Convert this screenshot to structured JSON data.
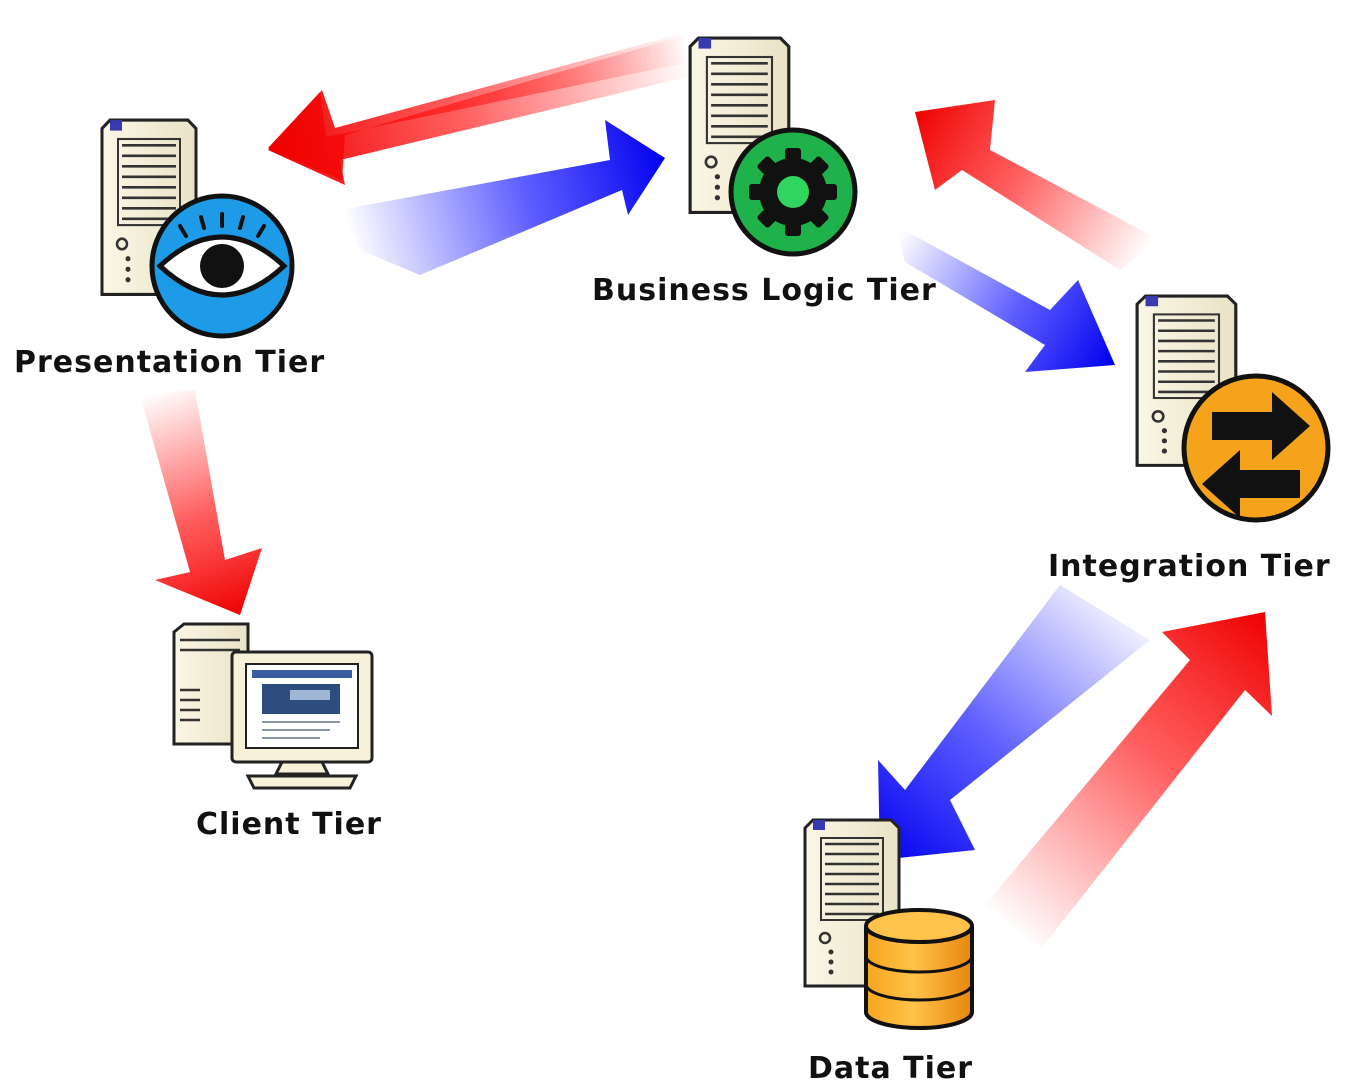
{
  "diagram": {
    "tiers": {
      "presentation": {
        "label": "Presentation Tier",
        "icon": "eye-icon",
        "badge_color": "#1e9be6"
      },
      "business": {
        "label": "Business Logic Tier",
        "icon": "gear-icon",
        "badge_color": "#1fb24a"
      },
      "integration": {
        "label": "Integration Tier",
        "icon": "exchange-arrows-icon",
        "badge_color": "#f5a31a"
      },
      "data": {
        "label": "Data Tier",
        "icon": "database-icon",
        "badge_color": "#f7a21b"
      },
      "client": {
        "label": "Client Tier",
        "icon": "desktop-computer-icon"
      }
    },
    "arrow_colors": {
      "request": "#1010ee",
      "response": "#ee1010"
    }
  }
}
